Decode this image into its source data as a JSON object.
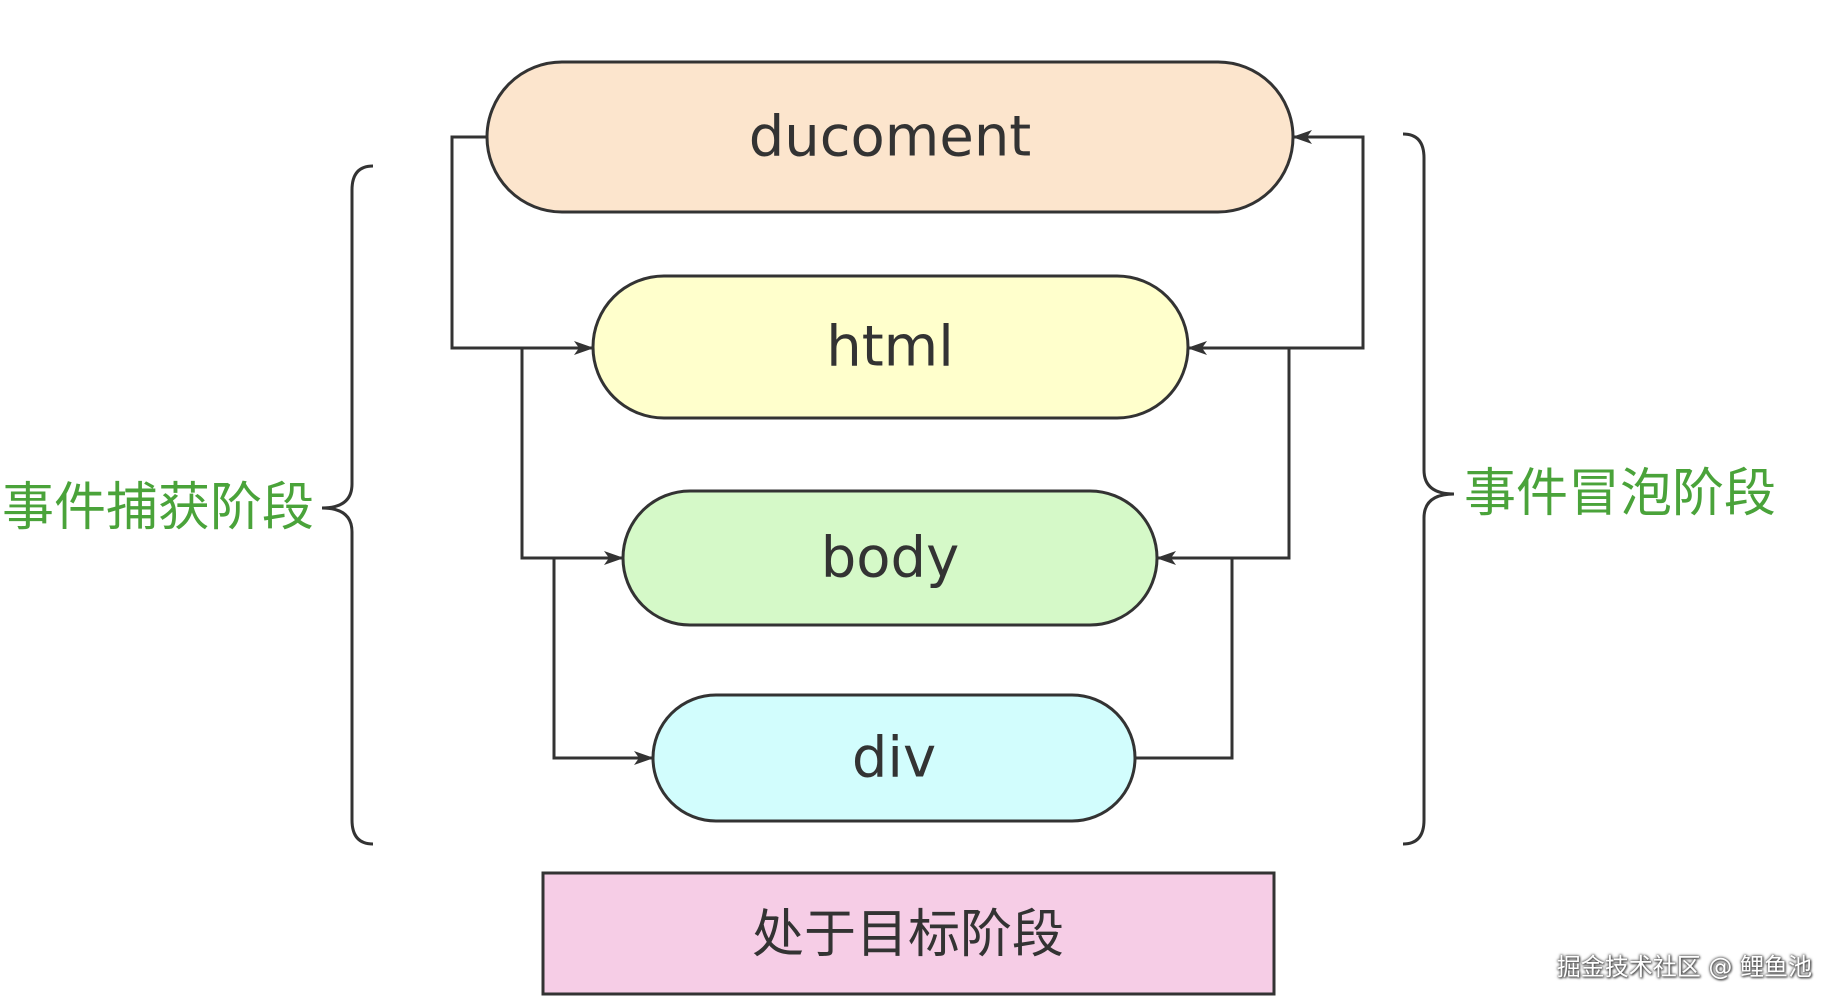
{
  "nodes": {
    "document": {
      "label": "ducoment",
      "fill": "#fce5cd"
    },
    "html": {
      "label": "html",
      "fill": "#ffffcc"
    },
    "body": {
      "label": "body",
      "fill": "#d5f9c8"
    },
    "div": {
      "label": "div",
      "fill": "#d2fdfd"
    }
  },
  "phases": {
    "capture": "事件捕获阶段",
    "bubble": "事件冒泡阶段",
    "target": "处于目标阶段"
  },
  "colors": {
    "stroke": "#333333",
    "phase_text": "#4aa33a",
    "target_fill": "#f6cde6"
  },
  "watermark": "掘金技术社区 @ 鲤鱼池"
}
